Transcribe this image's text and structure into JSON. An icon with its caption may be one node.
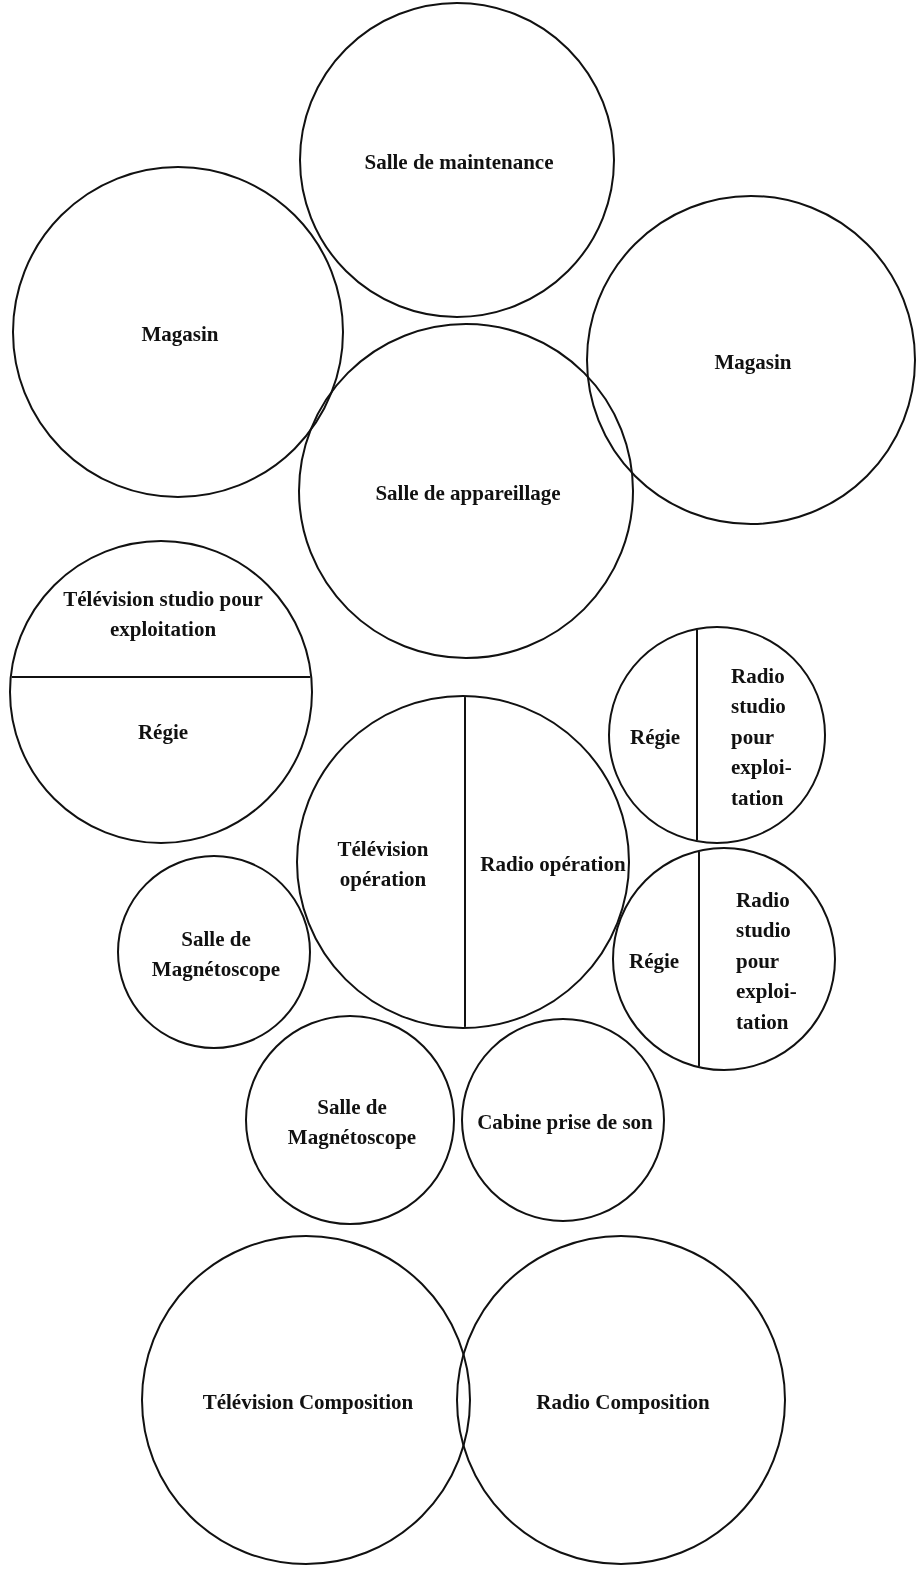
{
  "diagram": {
    "nodes": [
      {
        "text": [
          "Salle de maintenance"
        ]
      },
      {
        "text": [
          "Magasin"
        ]
      },
      {
        "text": [
          "Magasin"
        ]
      },
      {
        "text": [
          "Salle de appareillage"
        ]
      },
      {
        "text": [
          "Télévision studio pour exploitation",
          "Régie"
        ]
      },
      {
        "text": [
          "Télévision opération",
          "Radio opération"
        ]
      },
      {
        "text": [
          "Régie",
          "Radio studio pour exploi- tation"
        ]
      },
      {
        "text": [
          "Régie",
          "Radio studio pour exploi- tation"
        ]
      },
      {
        "text": [
          "Salle de Magnétoscope"
        ]
      },
      {
        "text": [
          "Salle de Magnétoscope"
        ]
      },
      {
        "text": [
          "Cabine prise de son"
        ]
      },
      {
        "text": [
          "Télévision Composition"
        ]
      },
      {
        "text": [
          "Radio Composition"
        ]
      }
    ]
  }
}
